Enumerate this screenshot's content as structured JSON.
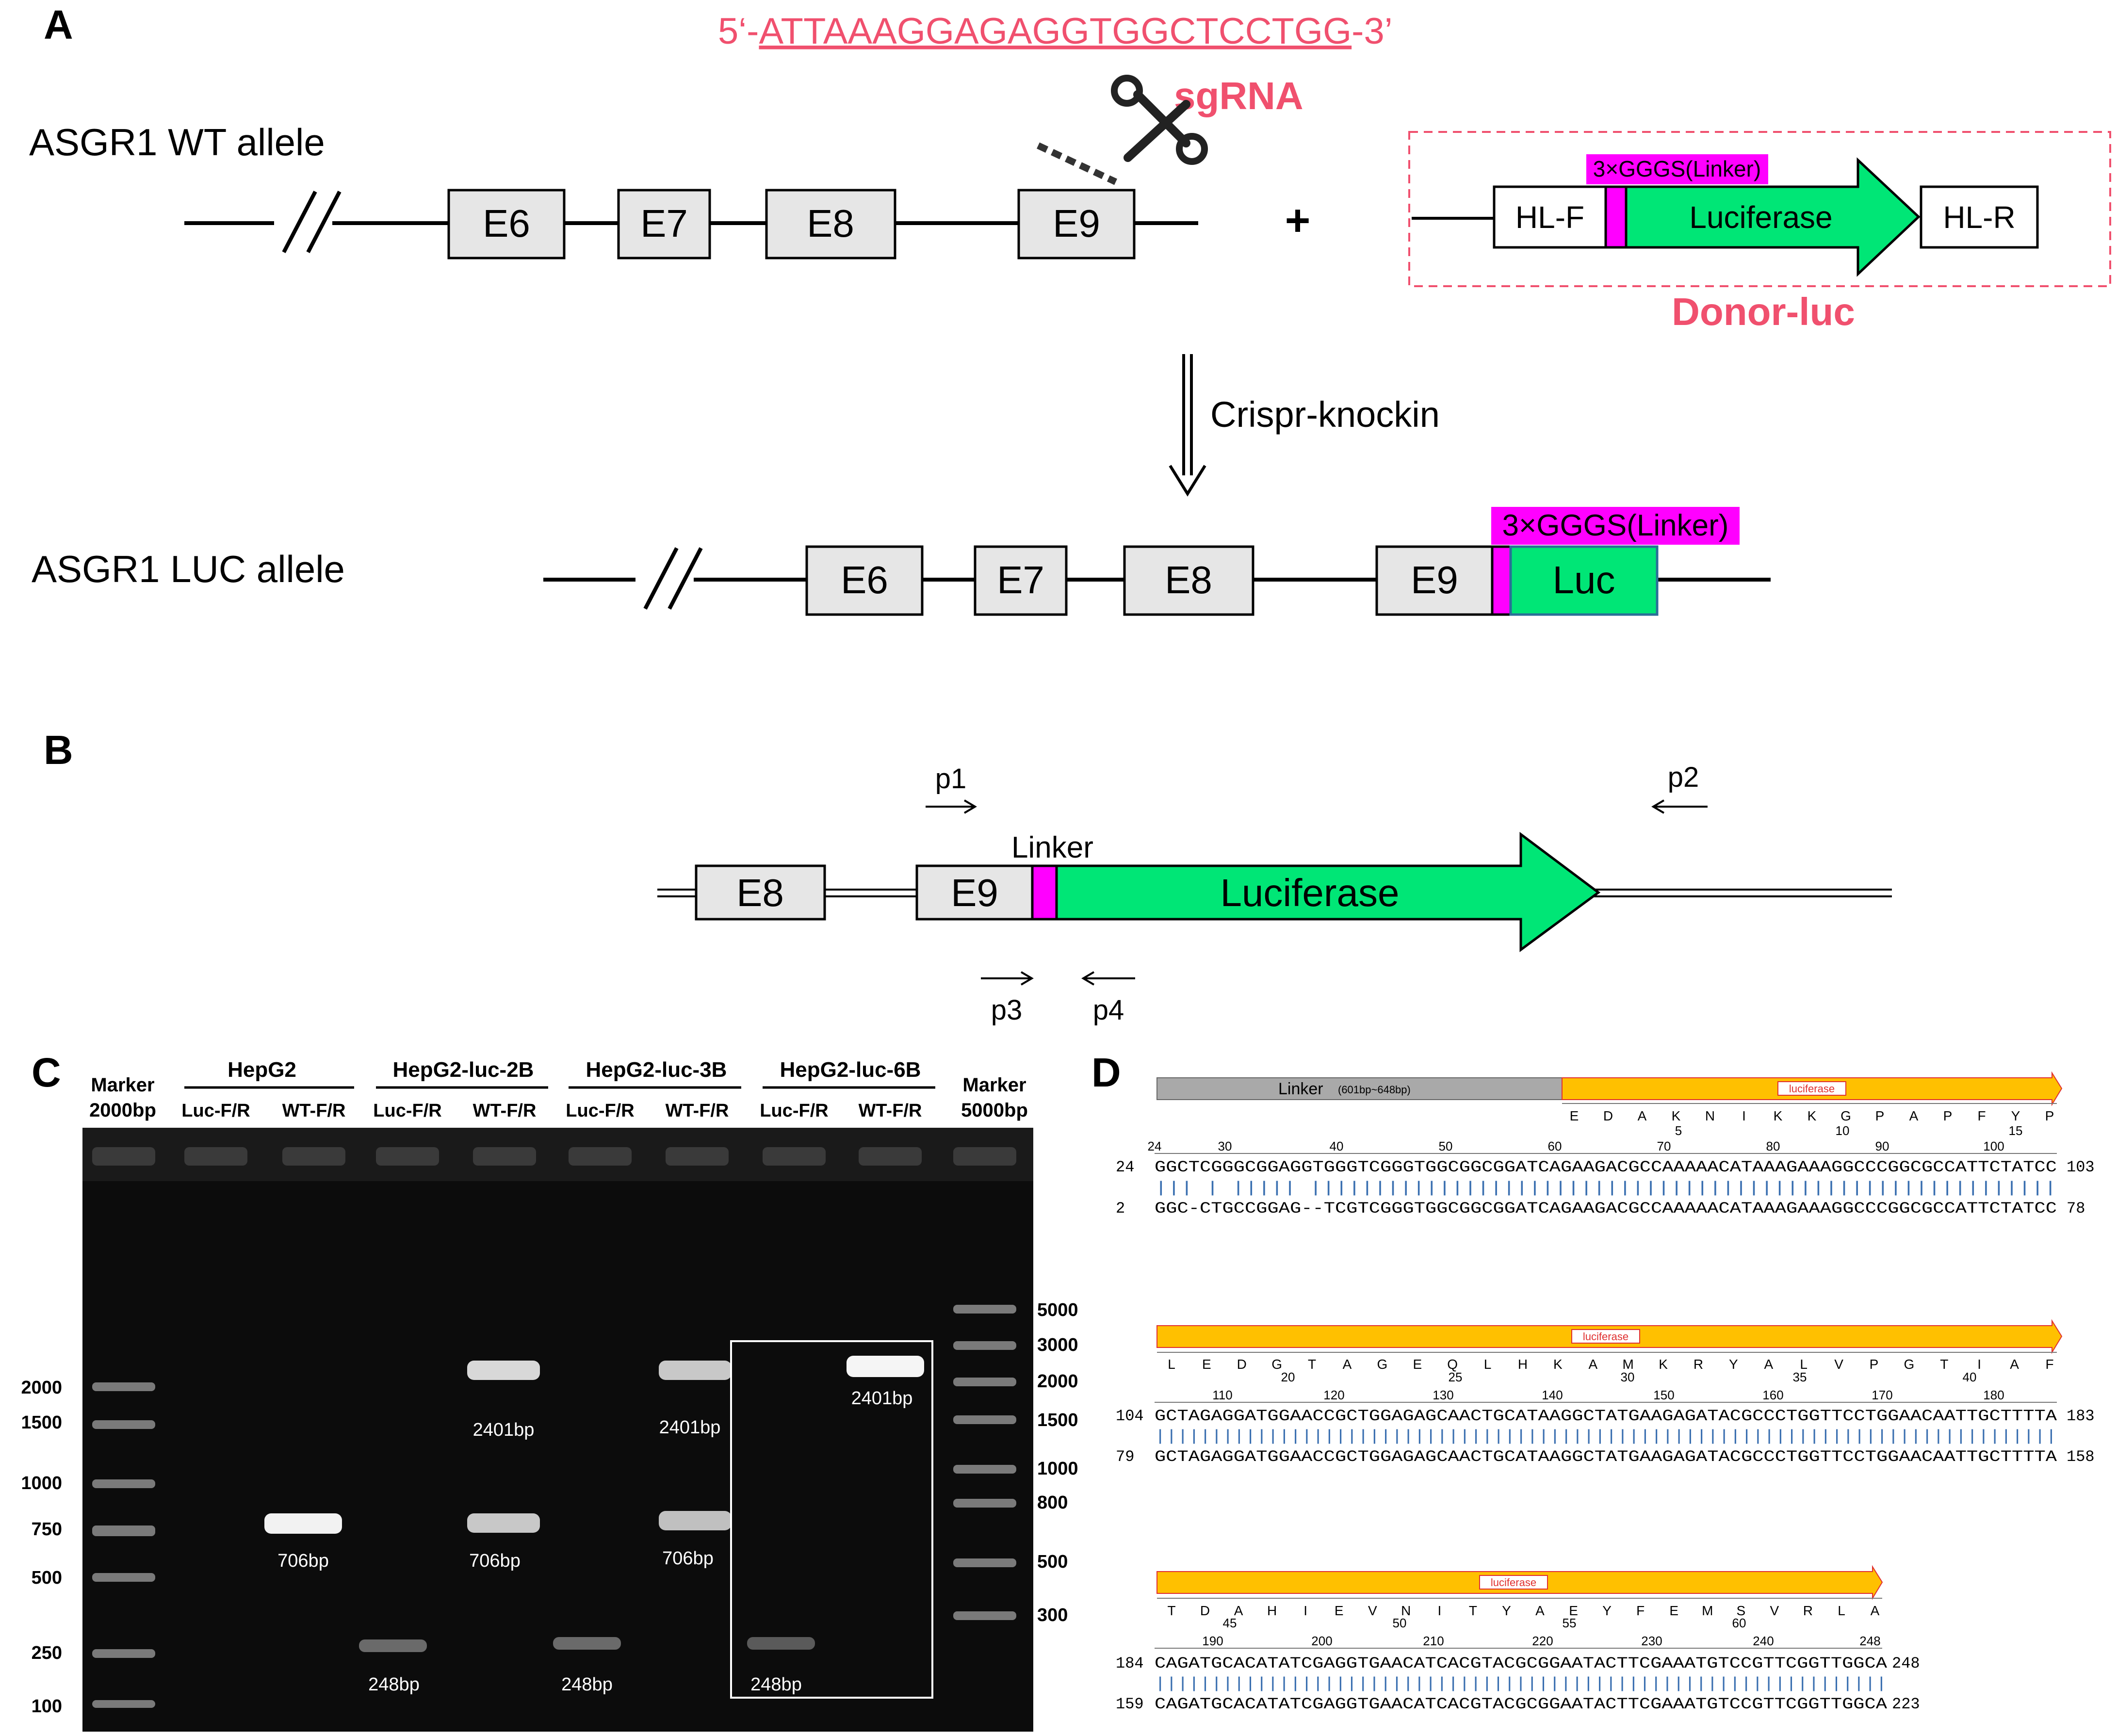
{
  "panels": {
    "a": "A",
    "b": "B",
    "c": "C",
    "d": "D"
  },
  "panel_a": {
    "sgrna_sequence_prefix": "5‘-",
    "sgrna_sequence": "ATTAAAGGAGAGGTGGCTCCTGG",
    "sgrna_sequence_suffix": "-3’",
    "sgrna_label": "sgRNA",
    "wt_allele_label": "ASGR1 WT allele",
    "luc_allele_label": "ASGR1 LUC allele",
    "exons_wt": [
      "E6",
      "E7",
      "E8",
      "E9"
    ],
    "exons_luc": [
      "E6",
      "E7",
      "E8",
      "E9"
    ],
    "plus_sign": "+",
    "donor": {
      "hl_f": "HL-F",
      "linker": "3×GGGS(Linker)",
      "luciferase": "Luciferase",
      "hl_r": "HL-R",
      "name": "Donor-luc"
    },
    "arrow_label": "Crispr-knockin",
    "luc_linker": "3×GGGS(Linker)",
    "luc_box": "Luc",
    "colors": {
      "accent_red": "#f0506e",
      "linker_magenta": "#ff00ff",
      "luciferase_green": "#00e676",
      "exon_gray": "#e6e6e6"
    }
  },
  "panel_b": {
    "exons": [
      "E8",
      "E9"
    ],
    "linker": "Linker",
    "luciferase": "Luciferase",
    "primers": [
      "p1",
      "p2",
      "p3",
      "p4"
    ]
  },
  "panel_c": {
    "marker_left": [
      "Marker",
      "2000bp"
    ],
    "marker_right": [
      "Marker",
      "5000bp"
    ],
    "groups": [
      "HepG2",
      "HepG2-luc-2B",
      "HepG2-luc-3B",
      "HepG2-luc-6B"
    ],
    "lanes": [
      "Luc-F/R",
      "WT-F/R",
      "Luc-F/R",
      "WT-F/R",
      "Luc-F/R",
      "WT-F/R",
      "Luc-F/R",
      "WT-F/R"
    ],
    "ladder_left": [
      "2000",
      "1500",
      "1000",
      "750",
      "500",
      "250",
      "100"
    ],
    "ladder_right": [
      "5000",
      "3000",
      "2000",
      "1500",
      "1000",
      "800",
      "500",
      "300"
    ],
    "band_labels": {
      "hepg2_wt": "706bp",
      "b2_luc": "248bp",
      "b2_wt_top": "2401bp",
      "b2_wt_bottom": "706bp",
      "b3_luc": "248bp",
      "b3_wt_top": "2401bp",
      "b3_wt_bottom": "706bp",
      "b6_luc": "248bp",
      "b6_wt": "2401bp"
    }
  },
  "panel_d": {
    "linker_bar": "Linker",
    "linker_range": "(601bp~648bp)",
    "feature": "luciferase",
    "blocks": [
      {
        "aa": [
          "E",
          "D",
          "A",
          "K",
          "N",
          "I",
          "K",
          "K",
          "G",
          "P",
          "A",
          "P",
          "F",
          "Y",
          "P"
        ],
        "aa_ticks": [
          "5",
          "10",
          "15"
        ],
        "nt_ticks": [
          "24",
          "30",
          "40",
          "50",
          "60",
          "70",
          "80",
          "90",
          "100"
        ],
        "top_start": "24",
        "top_seq": "GGCTCGGGCGGAGGTGGGTCGGGTGGCGGCGGATCAGAAGACGCCAAAAACATAAAGAAAGGCCCGGCGCCATTCTATCC",
        "top_end": "103",
        "match": "|||  |    |||||      ||||||||||||||||||||||||||||||||||||||||||||||||||||||||||",
        "bot_start": "2",
        "bot_seq": "GGC-CTGCCGGAG--TCGTCGGGTGGCGGCGGATCAGAAGACGCCAAAAACATAAAGAAAGGCCCGGCGCCATTCTATCC",
        "bot_end": "78"
      },
      {
        "aa": [
          "L",
          "E",
          "D",
          "G",
          "T",
          "A",
          "G",
          "E",
          "Q",
          "L",
          "H",
          "K",
          "A",
          "M",
          "K",
          "R",
          "Y",
          "A",
          "L",
          "V",
          "P",
          "G",
          "T",
          "I",
          "A",
          "F"
        ],
        "aa_ticks": [
          "20",
          "25",
          "30",
          "35",
          "40"
        ],
        "nt_ticks": [
          "110",
          "120",
          "130",
          "140",
          "150",
          "160",
          "170",
          "180"
        ],
        "top_start": "104",
        "top_seq": "GCTAGAGGATGGAACCGCTGGAGAGCAACTGCATAAGGCTATGAAGAGATACGCCCTGGTTCCTGGAACAATTGCTTTTA",
        "top_end": "183",
        "match": "||||||||||||||||||||||||||||||||||||||||||||||||||||||||||||||||||||||||||||||||",
        "bot_start": "79",
        "bot_seq": "GCTAGAGGATGGAACCGCTGGAGAGCAACTGCATAAGGCTATGAAGAGATACGCCCTGGTTCCTGGAACAATTGCTTTTA",
        "bot_end": "158"
      },
      {
        "aa": [
          "T",
          "D",
          "A",
          "H",
          "I",
          "E",
          "V",
          "N",
          "I",
          "T",
          "Y",
          "A",
          "E",
          "Y",
          "F",
          "E",
          "M",
          "S",
          "V",
          "R",
          "L",
          "A"
        ],
        "aa_ticks": [
          "45",
          "50",
          "55",
          "60"
        ],
        "nt_ticks": [
          "190",
          "200",
          "210",
          "220",
          "230",
          "240",
          "248"
        ],
        "top_start": "184",
        "top_seq": "CAGATGCACATATCGAGGTGAACATCACGTACGCGGAATACTTCGAAATGTCCGTTCGGTTGGCA",
        "top_end": "248",
        "match": "|||||||||||||||||||||||||||||||||||||||||||||||||||||||||||||||||",
        "bot_start": "159",
        "bot_seq": "CAGATGCACATATCGAGGTGAACATCACGTACGCGGAATACTTCGAAATGTCCGTTCGGTTGGCA",
        "bot_end": "223"
      }
    ]
  }
}
